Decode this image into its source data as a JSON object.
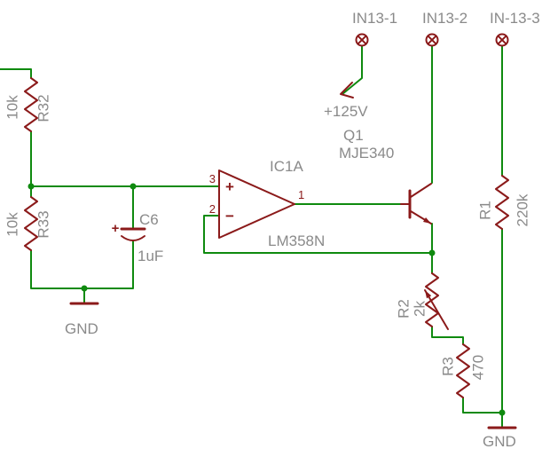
{
  "schematic": {
    "connectors": [
      {
        "label": "IN13-1"
      },
      {
        "label": "IN13-2"
      },
      {
        "label": "IN-13-3"
      }
    ],
    "supply": {
      "label": "+125V"
    },
    "transistor": {
      "designator": "Q1",
      "part": "MJE340"
    },
    "opamp": {
      "designator": "IC1A",
      "part": "LM358N",
      "pin_noninv": "3",
      "pin_inv": "2",
      "pin_out": "1",
      "noninv_sign": "+",
      "inv_sign": "−"
    },
    "resistors": [
      {
        "name": "R32",
        "value": "10k"
      },
      {
        "name": "R33",
        "value": "10k"
      },
      {
        "name": "R1",
        "value": "220k"
      },
      {
        "name": "R2",
        "value": "2k"
      },
      {
        "name": "R3",
        "value": "470"
      }
    ],
    "capacitor": {
      "name": "C6",
      "value": "1uF",
      "polarity_sign": "+"
    },
    "grounds": [
      {
        "label": "GND"
      },
      {
        "label": "GND"
      }
    ],
    "colors": {
      "wire": "#0f8a0f",
      "component": "#8b1a1a",
      "label": "#8a8a8a",
      "background": "#ffffff"
    }
  }
}
